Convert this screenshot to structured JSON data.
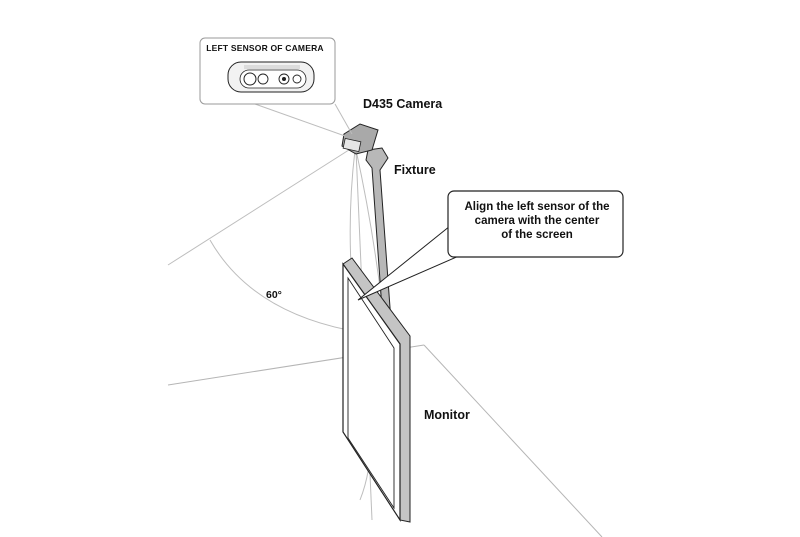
{
  "labels": {
    "inset_title": "LEFT SENSOR OF CAMERA",
    "camera": "D435 Camera",
    "fixture": "Fixture",
    "monitor": "Monitor",
    "angle": "60°",
    "callout_line1": "Align the left sensor of the",
    "callout_line2": "camera with the center",
    "callout_line3": "of the screen"
  },
  "colors": {
    "line": "#222222",
    "light_line": "#b5b5b5",
    "fixture_fill": "#b8b8b8",
    "camera_fill": "#a9a9a9"
  }
}
